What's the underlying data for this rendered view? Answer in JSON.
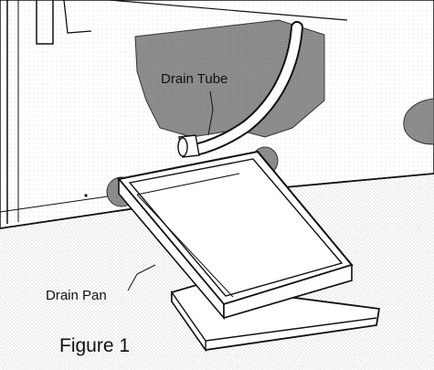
{
  "labels": {
    "drain_tube": "Drain Tube",
    "drain_pan": "Drain Pan",
    "figure": "Figure 1"
  },
  "colors": {
    "outline": "#111111",
    "shadow_fill": "#8c8c8c",
    "surface_fill": "#ffffff",
    "stipple": "#b5b5b5"
  }
}
